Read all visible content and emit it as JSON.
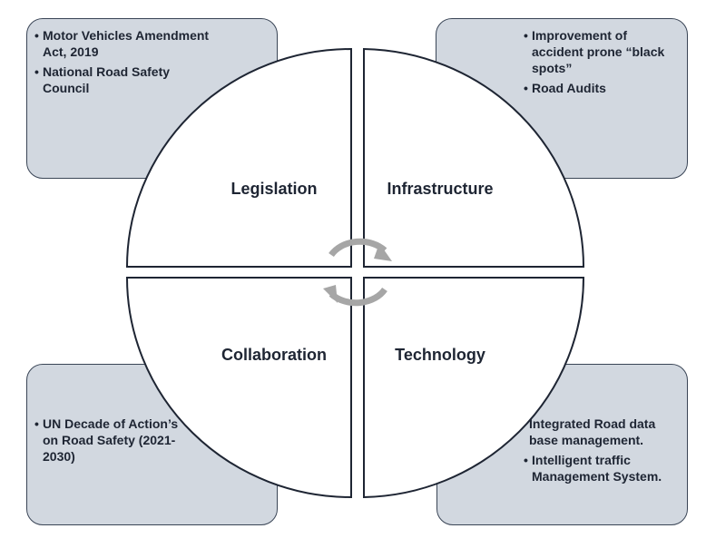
{
  "quadrants": [
    {
      "label": "Legislation",
      "bullets": [
        "Motor Vehicles Amendment Act, 2019",
        "National Road Safety Council"
      ]
    },
    {
      "label": "Infrastructure",
      "bullets": [
        "Improvement of accident prone “black spots”",
        "Road Audits"
      ]
    },
    {
      "label": "Collaboration",
      "bullets": [
        "UN Decade of Action’s on Road Safety (2021-2030)"
      ]
    },
    {
      "label": "Technology",
      "bullets": [
        "Integrated Road data base management.",
        "Intelligent traffic Management System."
      ]
    }
  ],
  "colors": {
    "card_fill": "#d2d8e0",
    "card_border": "#3a4556",
    "circle_stroke": "#1e2533",
    "arrow": "#a6a6a6",
    "text": "#1e2533"
  },
  "icons": [
    "cycle-arrows-icon"
  ]
}
